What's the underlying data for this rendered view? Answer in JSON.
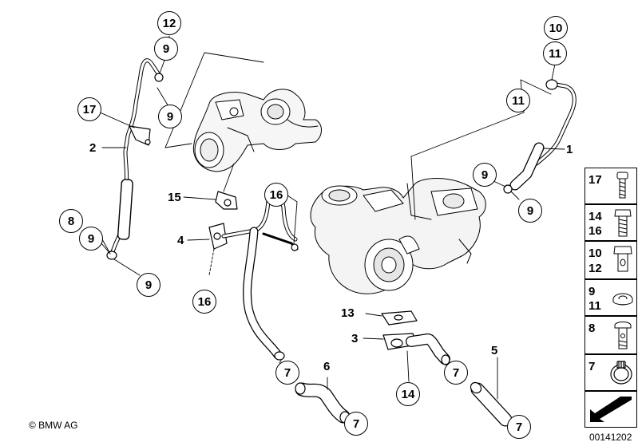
{
  "callouts": {
    "c12": "12",
    "c9a": "9",
    "c9b": "9",
    "c17": "17",
    "c2": "2",
    "c8": "8",
    "c9c": "9",
    "c9d": "9",
    "c15": "15",
    "c4": "4",
    "c16a": "16",
    "c16b": "16",
    "c10": "10",
    "c11a": "11",
    "c11b": "11",
    "c1": "1",
    "c9e": "9",
    "c9f": "9",
    "c13": "13",
    "c3": "3",
    "c14": "14",
    "c7a": "7",
    "c6": "6",
    "c7b": "7",
    "c7c": "7",
    "c5": "5",
    "c7d": "7"
  },
  "legend": [
    {
      "labels": [
        "17"
      ],
      "icon": "banjo-bolt-icon"
    },
    {
      "labels": [
        "14",
        "16"
      ],
      "icon": "hex-bolt-icon"
    },
    {
      "labels": [
        "10",
        "12"
      ],
      "icon": "hollow-bolt-icon"
    },
    {
      "labels": [
        "9",
        "11"
      ],
      "icon": "sealing-ring-icon"
    },
    {
      "labels": [
        "8"
      ],
      "icon": "oil-bolt-icon"
    },
    {
      "labels": [
        "7"
      ],
      "icon": "hose-clamp-icon"
    }
  ],
  "footer": {
    "copyright": "© BMW AG",
    "part_number": "00141202"
  }
}
